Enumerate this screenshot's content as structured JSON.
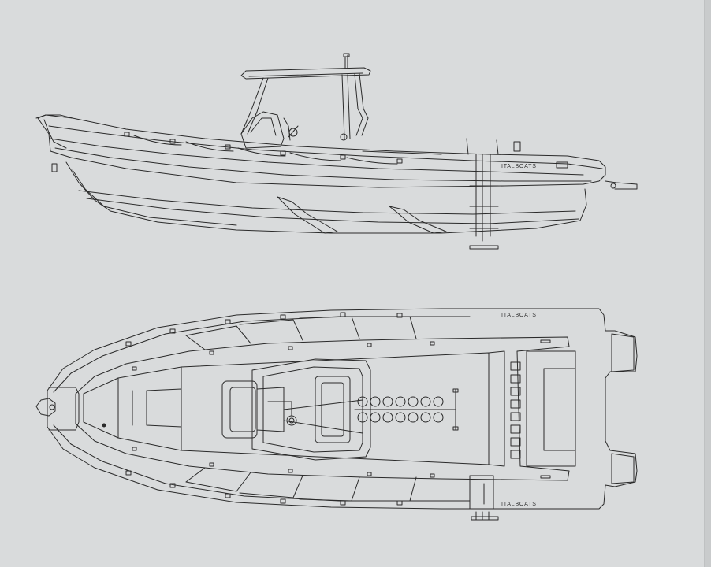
{
  "drawing": {
    "brand_side": "ITALBOATS",
    "brand_top": "ITALBOATS",
    "brand_bottom": "ITALBOATS",
    "colors": {
      "background": "#d9dbdc",
      "line": "#2a2a2a",
      "right_edge": "#c9cbcc"
    },
    "views": [
      "side-profile-view",
      "top-plan-view"
    ]
  }
}
